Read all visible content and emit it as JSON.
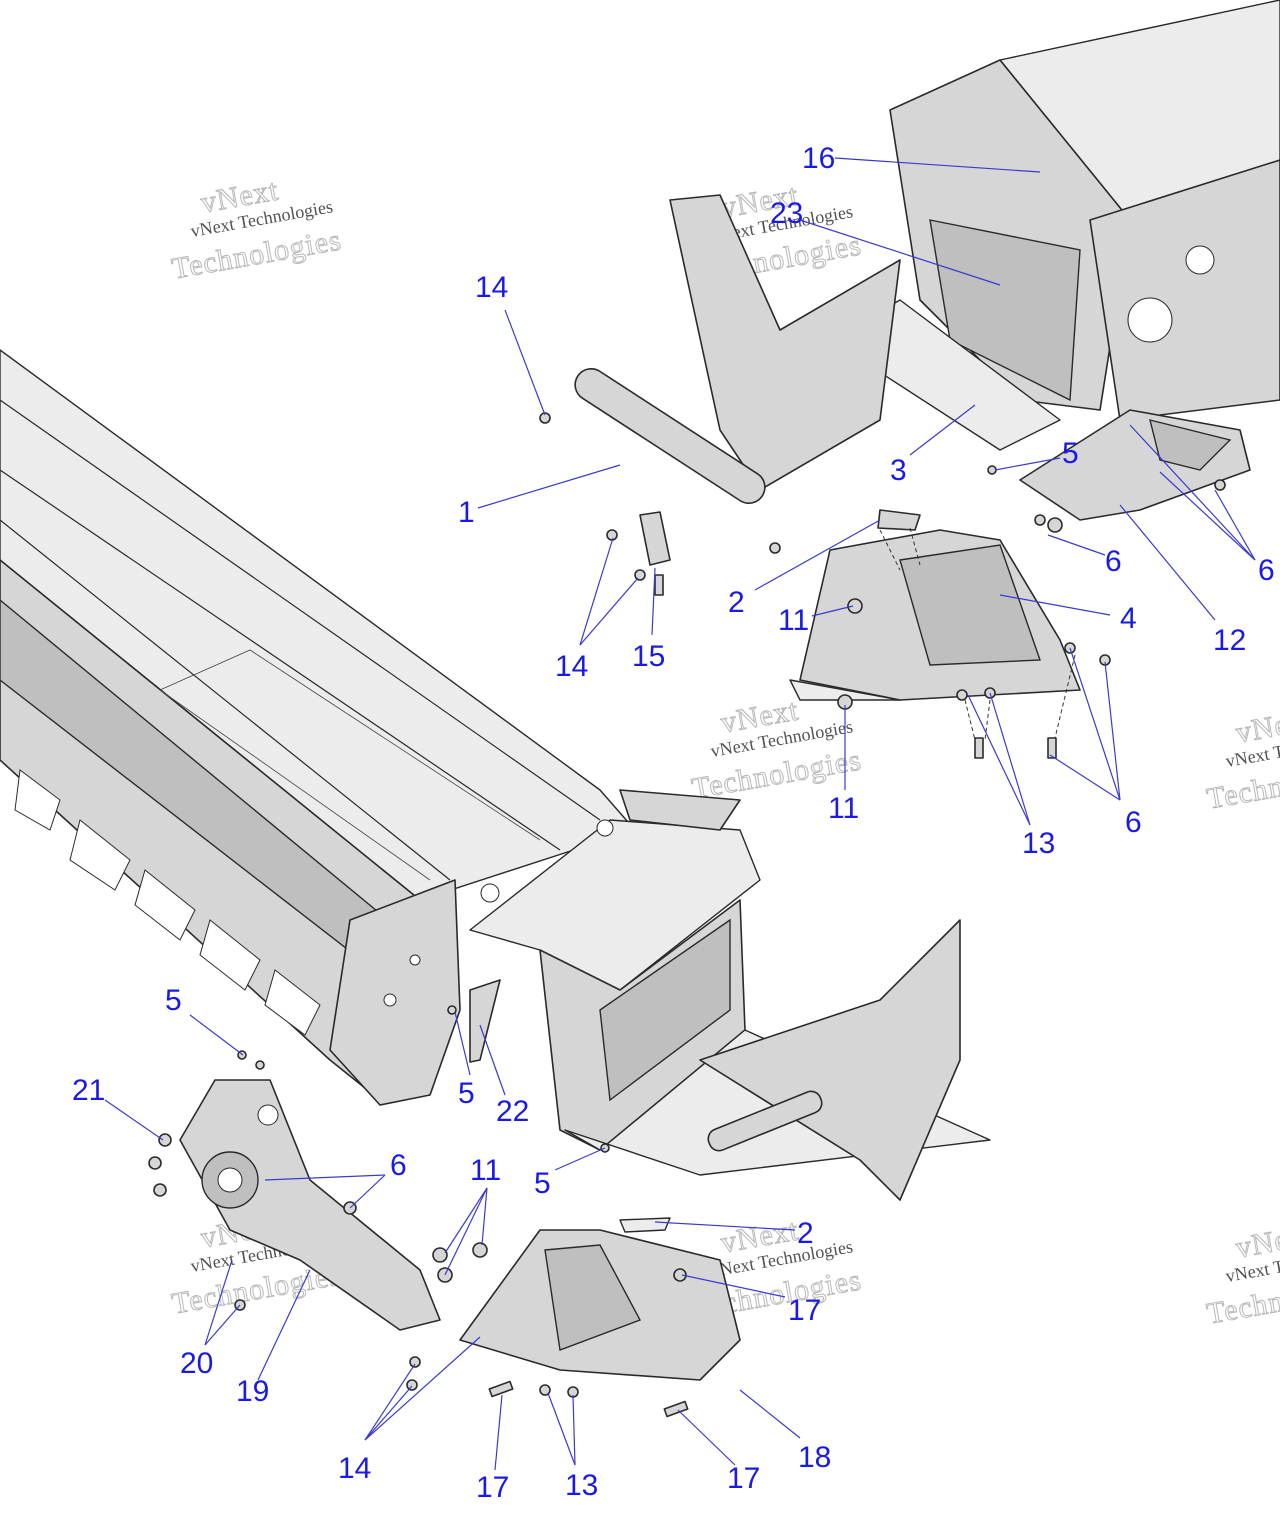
{
  "watermark": {
    "text_top": "vNext",
    "text_mid": "vNext Technologies",
    "text_big": "Technologies"
  },
  "callouts": [
    {
      "id": "c1",
      "label": "1"
    },
    {
      "id": "c2a",
      "label": "2"
    },
    {
      "id": "c2b",
      "label": "2"
    },
    {
      "id": "c3",
      "label": "3"
    },
    {
      "id": "c4",
      "label": "4"
    },
    {
      "id": "c5a",
      "label": "5"
    },
    {
      "id": "c5b",
      "label": "5"
    },
    {
      "id": "c5c",
      "label": "5"
    },
    {
      "id": "c5d",
      "label": "5"
    },
    {
      "id": "c6a",
      "label": "6"
    },
    {
      "id": "c6b",
      "label": "6"
    },
    {
      "id": "c6c",
      "label": "6"
    },
    {
      "id": "c6d",
      "label": "6"
    },
    {
      "id": "c11a",
      "label": "11"
    },
    {
      "id": "c11b",
      "label": "11"
    },
    {
      "id": "c11c",
      "label": "11"
    },
    {
      "id": "c12",
      "label": "12"
    },
    {
      "id": "c13a",
      "label": "13"
    },
    {
      "id": "c13b",
      "label": "13"
    },
    {
      "id": "c14a",
      "label": "14"
    },
    {
      "id": "c14b",
      "label": "14"
    },
    {
      "id": "c14c",
      "label": "14"
    },
    {
      "id": "c15",
      "label": "15"
    },
    {
      "id": "c16",
      "label": "16"
    },
    {
      "id": "c17a",
      "label": "17"
    },
    {
      "id": "c17b",
      "label": "17"
    },
    {
      "id": "c17c",
      "label": "17"
    },
    {
      "id": "c18",
      "label": "18"
    },
    {
      "id": "c19",
      "label": "19"
    },
    {
      "id": "c20",
      "label": "20"
    },
    {
      "id": "c21",
      "label": "21"
    },
    {
      "id": "c22",
      "label": "22"
    },
    {
      "id": "c23",
      "label": "23"
    }
  ]
}
